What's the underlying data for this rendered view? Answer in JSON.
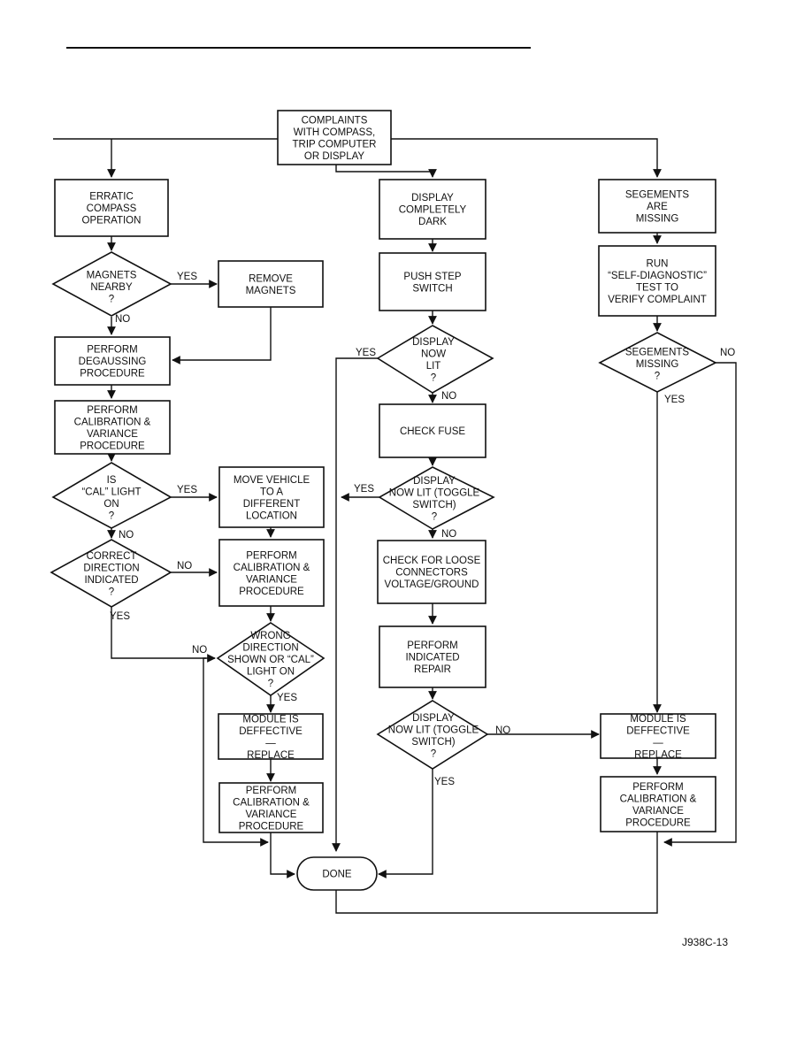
{
  "nodes": {
    "start": [
      "COMPLAINTS",
      "WITH COMPASS,",
      "TRIP COMPUTER",
      "OR DISPLAY"
    ],
    "erratic": [
      "ERRATIC",
      "COMPASS",
      "OPERATION"
    ],
    "magnets_q": [
      "MAGNETS",
      "NEARBY",
      "?"
    ],
    "remove": [
      "REMOVE",
      "MAGNETS"
    ],
    "degauss": [
      "PERFORM",
      "DEGAUSSING",
      "PROCEDURE"
    ],
    "calib1": [
      "PERFORM",
      "CALIBRATION &",
      "VARIANCE",
      "PROCEDURE"
    ],
    "cal_q": [
      "IS",
      "“CAL” LIGHT",
      "ON",
      "?"
    ],
    "move": [
      "MOVE VEHICLE",
      "TO A",
      "DIFFERENT",
      "LOCATION"
    ],
    "dir_q": [
      "CORRECT",
      "DIRECTION",
      "INDICATED",
      "?"
    ],
    "calib2": [
      "PERFORM",
      "CALIBRATION &",
      "VARIANCE",
      "PROCEDURE"
    ],
    "wrong_q": [
      "WRONG",
      "DIRECTION",
      "SHOWN OR “CAL”",
      "LIGHT ON",
      "?"
    ],
    "module1": [
      "MODULE IS",
      "DEFFECTIVE",
      "—",
      "REPLACE"
    ],
    "calib3": [
      "PERFORM",
      "CALIBRATION &",
      "VARIANCE",
      "PROCEDURE"
    ],
    "dark": [
      "DISPLAY",
      "COMPLETELY",
      "DARK"
    ],
    "push": [
      "PUSH STEP",
      "SWITCH"
    ],
    "lit1_q": [
      "DISPLAY",
      "NOW",
      "LIT",
      "?"
    ],
    "fuse": [
      "CHECK FUSE"
    ],
    "lit2_q": [
      "DISPLAY",
      "NOW LIT (TOGGLE",
      "SWITCH)",
      "?"
    ],
    "loose": [
      "CHECK FOR LOOSE",
      "CONNECTORS",
      "VOLTAGE/GROUND"
    ],
    "repair": [
      "PERFORM",
      "INDICATED",
      "REPAIR"
    ],
    "lit3_q": [
      "DISPLAY",
      "NOW LIT (TOGGLE",
      "SWITCH)",
      "?"
    ],
    "segs": [
      "SEGEMENTS",
      "ARE",
      "MISSING"
    ],
    "selfdiag": [
      "RUN",
      "“SELF-DIAGNOSTIC”",
      "TEST TO",
      "VERIFY COMPLAINT"
    ],
    "segs_q": [
      "SEGEMENTS",
      "MISSING",
      "?"
    ],
    "module2": [
      "MODULE IS",
      "DEFFECTIVE",
      "—",
      "REPLACE"
    ],
    "calib4": [
      "PERFORM",
      "CALIBRATION &",
      "VARIANCE",
      "PROCEDURE"
    ],
    "done": [
      "DONE"
    ]
  },
  "edge_labels": {
    "yes": "YES",
    "no": "NO"
  },
  "figure_code": "J938C-13"
}
